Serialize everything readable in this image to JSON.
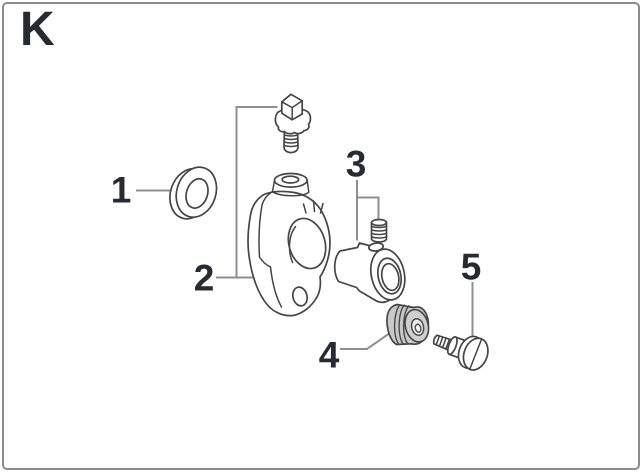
{
  "page": {
    "section_letter": "K"
  },
  "diagram": {
    "type": "exploded-parts-diagram",
    "labels": [
      "1",
      "2",
      "3",
      "4",
      "5"
    ],
    "colors": {
      "outline": "#454545",
      "callout_line": "#8f8f8f",
      "label_text": "#272b31",
      "page_border": "#8c8c8c",
      "background": "#ffffff",
      "part4_fill": "#c9c9c9"
    }
  }
}
